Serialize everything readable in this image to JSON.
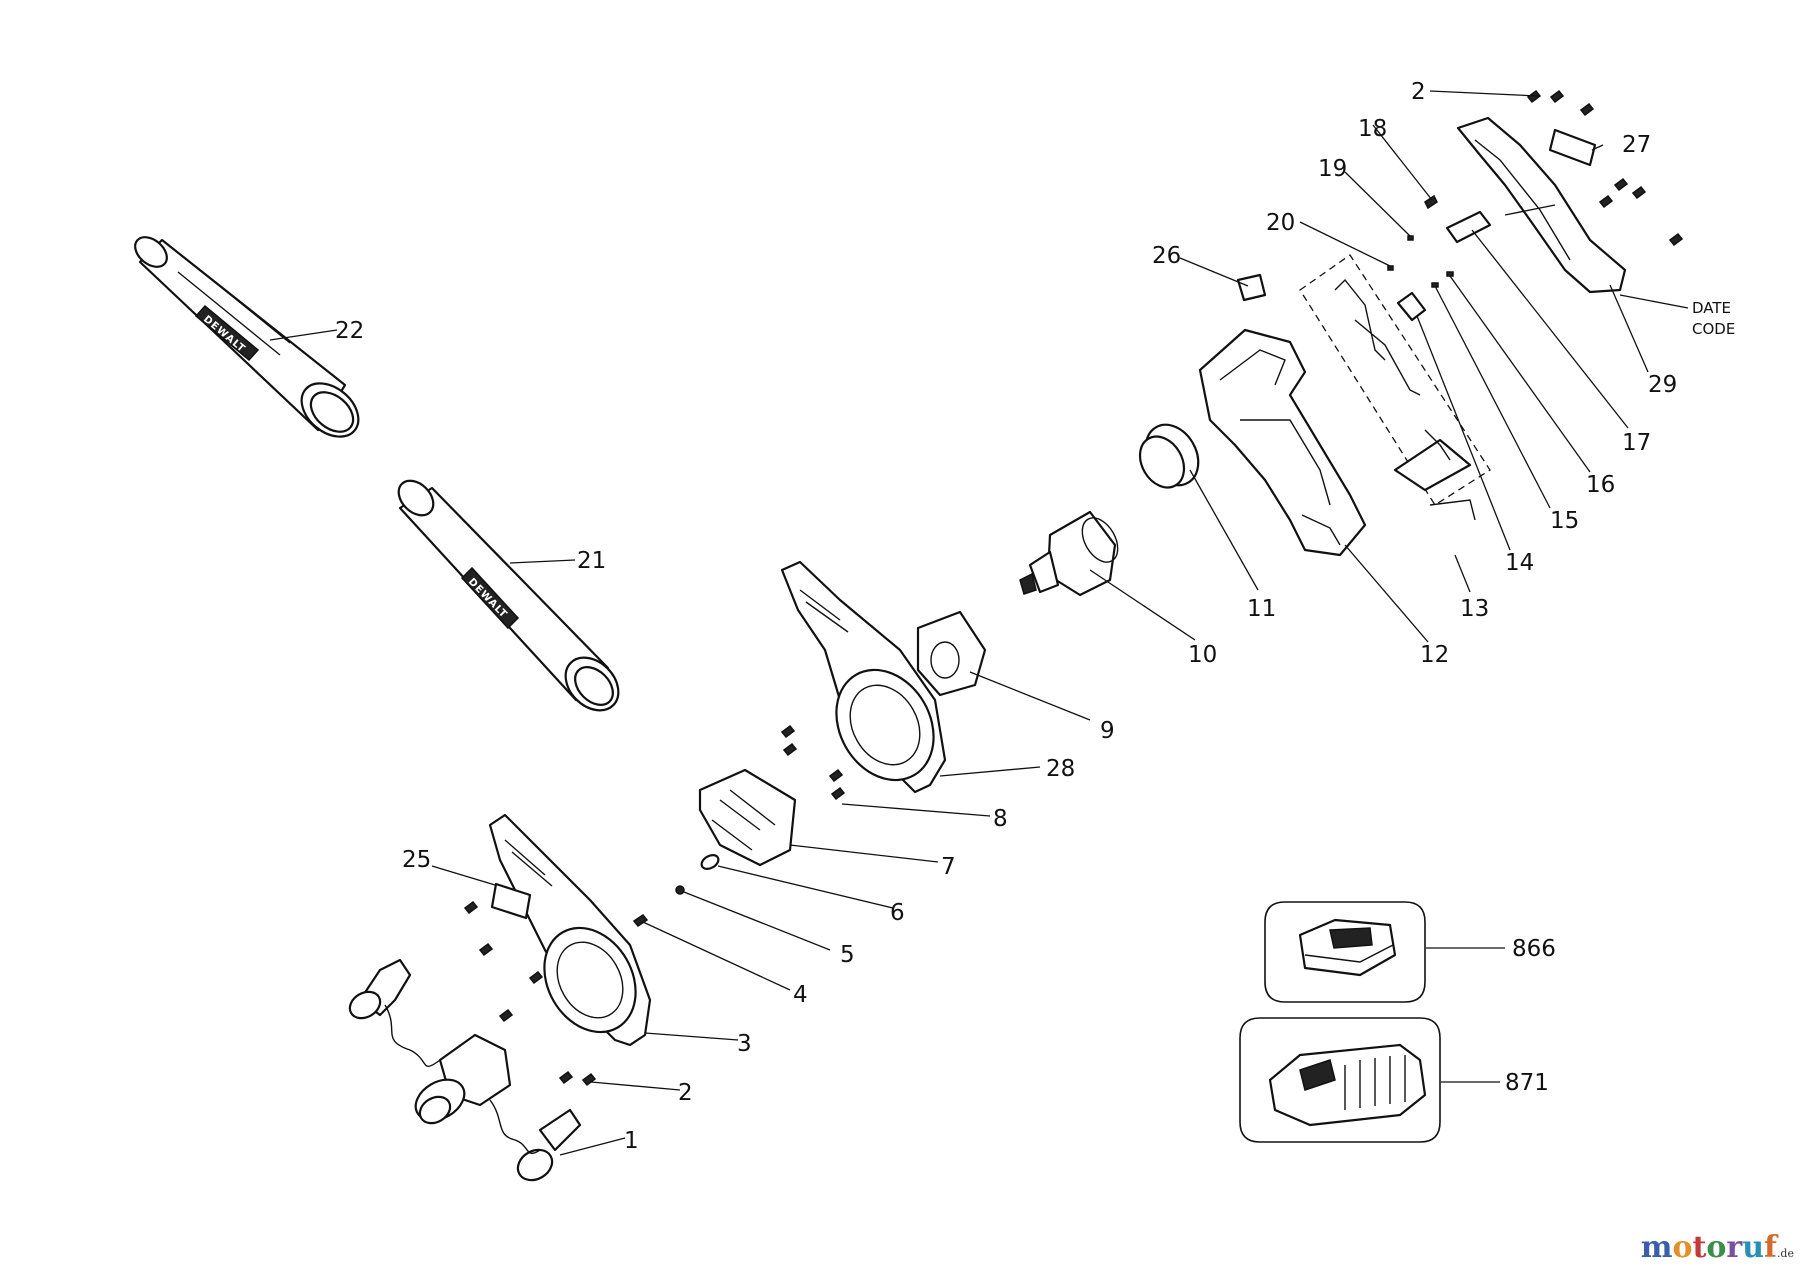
{
  "diagram": {
    "callouts": {
      "c1": "1",
      "c2a": "2",
      "c2b": "2",
      "c3": "3",
      "c4": "4",
      "c5": "5",
      "c6": "6",
      "c7": "7",
      "c8": "8",
      "c9": "9",
      "c10": "10",
      "c11": "11",
      "c12": "12",
      "c13": "13",
      "c14": "14",
      "c15": "15",
      "c16": "16",
      "c17": "17",
      "c18": "18",
      "c19": "19",
      "c20": "20",
      "c21": "21",
      "c22": "22",
      "c25": "25",
      "c26": "26",
      "c27": "27",
      "c28": "28",
      "c29": "29",
      "c866": "866",
      "c871": "871"
    },
    "date_code_line1": "DATE",
    "date_code_line2": "CODE",
    "brand_text": "DEWALT"
  },
  "watermark": {
    "letters": [
      "m",
      "o",
      "t",
      "o",
      "r",
      "u",
      "f"
    ],
    "letter_colors": [
      "#3a5fa8",
      "#e2912a",
      "#c23b3b",
      "#3a8f4a",
      "#7a4fa0",
      "#2a8fb5",
      "#d46a2a"
    ],
    "tld": ".de"
  }
}
